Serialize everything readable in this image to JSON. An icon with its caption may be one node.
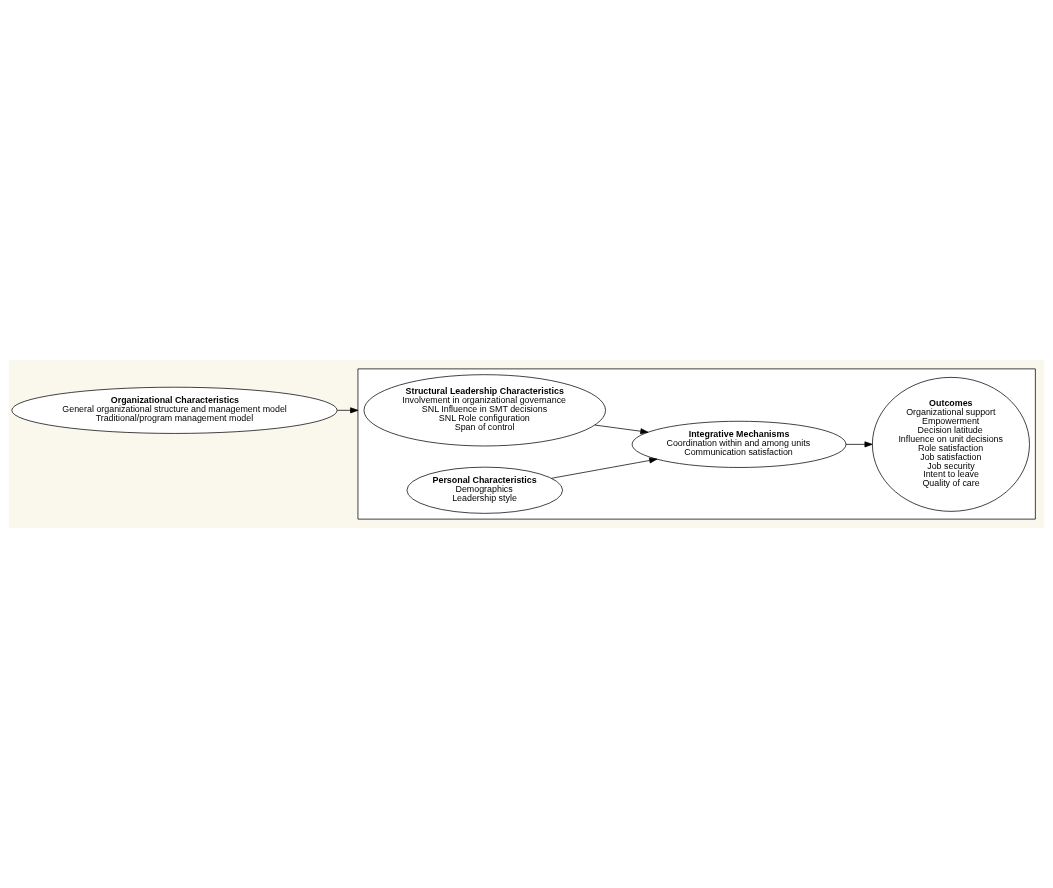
{
  "diagram": {
    "nodes": [
      {
        "text": [
          "Organizational Characteristics",
          "General organizational structure and management model",
          "Traditional/program management model"
        ]
      },
      {
        "text": [],
        "shape": "box"
      },
      {
        "text": [
          "Structural Leadership Characteristics",
          "Involvement in organizational governance",
          "SNL Influence in SMT decisions",
          "SNL Role configuration",
          "Span of control"
        ],
        "in": 1
      },
      {
        "text": [
          "Personal Characteristics",
          "Demographics",
          "Leadership style"
        ],
        "in": 1
      },
      {
        "text": [
          "Integrative Mechanisms",
          "Coordination within and among units",
          "Communication satisfaction"
        ],
        "in": 1
      },
      {
        "text": [
          "Outcomes",
          "Organizational support",
          "Empowerment",
          "Decision latitude",
          "Influence on unit decisions",
          "Role satisfaction",
          "Job satisfaction",
          "Job security",
          "Intent to leave",
          "Quality of care"
        ],
        "in": 1
      }
    ],
    "edges": [
      {
        "from": 0,
        "to": 1,
        "arrow": "to"
      },
      {
        "from": 2,
        "to": 4,
        "arrow": "to"
      },
      {
        "from": 3,
        "to": 4,
        "arrow": "to"
      },
      {
        "from": 4,
        "to": 5,
        "arrow": "to"
      }
    ]
  }
}
